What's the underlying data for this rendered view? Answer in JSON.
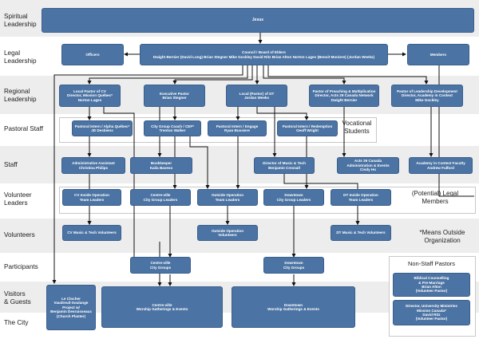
{
  "rows": [
    {
      "id": "spiritual",
      "label": "Spiritual\nLeadership"
    },
    {
      "id": "legal",
      "label": "Legal\nLeadership"
    },
    {
      "id": "regional",
      "label": "Regional\nLeadership"
    },
    {
      "id": "pastoral",
      "label": "Pastoral Staff"
    },
    {
      "id": "staff",
      "label": "Staff"
    },
    {
      "id": "volunteer",
      "label": "Volunteer\nLeaders"
    },
    {
      "id": "volunteers",
      "label": "Volunteers"
    },
    {
      "id": "participants",
      "label": "Participants"
    },
    {
      "id": "visitors",
      "label": "Visitors\n& Guests"
    },
    {
      "id": "city",
      "label": "The City"
    }
  ],
  "boxes": {
    "jesus": "Jesus",
    "council": "Council / Board of Elders\nDwight Bernier  (David Long)  Brian Stegner  Mike Gockley  David Ritz  Brian Alton  Norton Lages  (Benoit Moniere)  (Jordan Weeks)",
    "officers": "Officers",
    "members": "Members",
    "local_cv": "Local Pastor of CV\nDirector, Mission Québec*\nNorton Lages",
    "exec": "Executive Pastor\nBrian Stegner",
    "local_dt": "Local (Pastor) of DT\nJordan Weeks",
    "preaching": "Pastor of Preaching & Multiplication\nDirector, Acts 29 Canada Network\nDwight Bernier",
    "leadership_dev": "Pastor of Leadership Development\nDirector, Academy in Context\nMike Gockley",
    "intern_alpha": "Pastoral Intern / Alpha Québec*\nJD Desbiens",
    "coach": "City Group Coach / CEF*\nTrenton Walker",
    "intern_engage": "Pastoral Intern / Engage\nRyan Bussiere",
    "intern_redemption": "Pastoral Intern / Redemption\nGeoff Wright",
    "admin_asst": "Administrative Assistant\nChristina Philips",
    "bookkeeper": "Bookkeeper\nKaila Baveso",
    "music_dir": "Director of Music & Tech\nBenjamin Cressall",
    "acts29": "Acts 29 Canada\nAdministration & Events\nCindy Ho",
    "academy_faculty": "Academy in Context Faculty\nAndrew Fulford",
    "cv_ops": "CV Inside Operation\nTeam Leaders",
    "cv_city_leaders": "Centre-ville\nCity Group Leaders",
    "outside_ops": "Outside Operation\nTeam Leaders",
    "dt_city_leaders": "Downtown\nCity Group Leaders",
    "dt_ops": "DT Inside Operation\nTeam Leaders",
    "cv_music_vol": "CV Music & Tech Volunteers",
    "outside_vol": "Outside Operation\nVolunteers",
    "dt_music_vol": "DT Music & Tech Volunteers",
    "cv_groups": "Centre-ville\nCity Groups",
    "dt_groups": "Downtown\nCity Groups",
    "clocher": "Le Clocher\nVaudreuil-Soulange\nProject w/\nBenjamin Desruisseaux\n(Church Planter)",
    "cv_worship": "Centre-ville\nWorship Gatherings & Events",
    "dt_worship": "Downtown\nWorship Gatherings & Events",
    "counselling": "Biblical Counselling\n& Pre-Marriage\nBrian Alton\n(Volunteer Pastor)",
    "univ": "Director, University Ministries\nMission Canada*\nDavid Ritz\n(Volunteer Pastor)"
  },
  "notes": {
    "vocational": "Vocational\nStudents",
    "legal_members": "(Potential) Legal\nMembers",
    "outside_org": "*Means Outside\nOrganization",
    "nonstaff": "Non-Staff Pastors"
  }
}
